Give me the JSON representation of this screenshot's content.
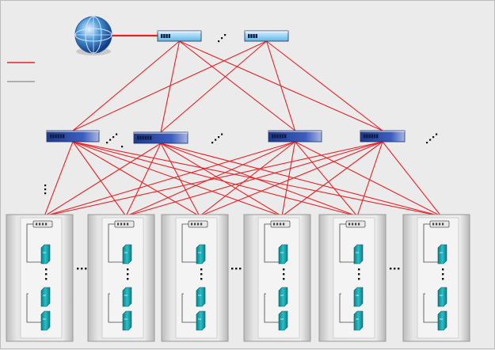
{
  "diagram": {
    "legend": [
      {
        "name": "legend-red-link",
        "color": "#e32227"
      },
      {
        "name": "legend-gray-link",
        "color": "#8a8a8a"
      }
    ],
    "internet": {
      "icon": "globe-icon"
    },
    "core_switches": [
      "core-switch-1",
      "core-switch-2"
    ],
    "aggregation_switches": [
      "agg-switch-1",
      "agg-switch-2",
      "agg-switch-3",
      "agg-switch-4"
    ],
    "racks": [
      "rack-1",
      "rack-2",
      "rack-3",
      "rack-4",
      "rack-5",
      "rack-6"
    ],
    "ellipsis": "...",
    "link_color": "#e32227",
    "gray_color": "#8a8a8a",
    "server_color": "#1aa6b0"
  }
}
